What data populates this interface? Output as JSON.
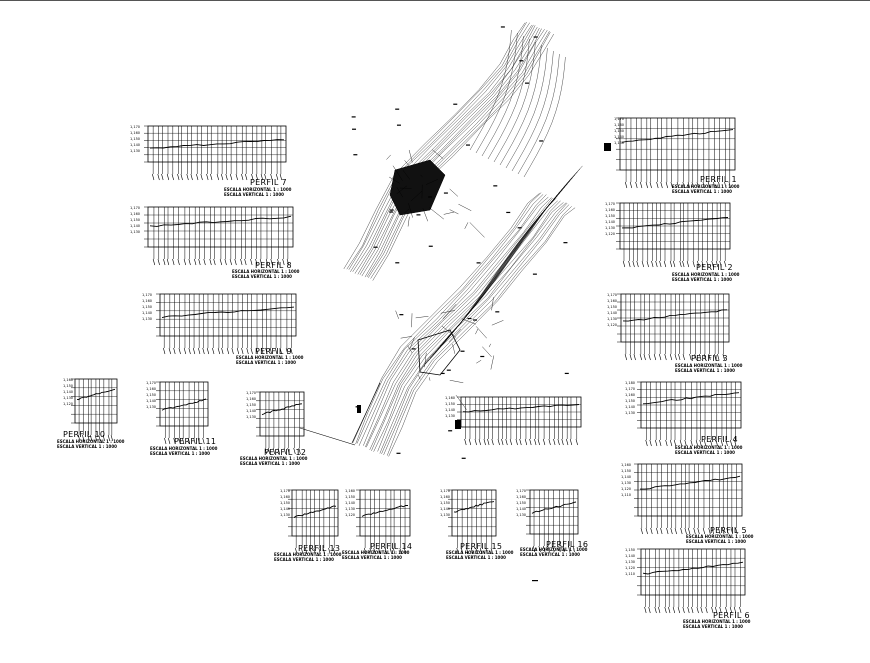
{
  "profiles": [
    {
      "id": "p1",
      "title": "PERFIL 1",
      "scale_h": "ESCALA HORIZONTAL 1 : 1000",
      "scale_v": "ESCALA VERTICAL 1 : 1000",
      "y_labels": [
        "1,170",
        "1,160",
        "1,150",
        "1,140",
        "1,130"
      ]
    },
    {
      "id": "p2",
      "title": "PERFIL 2",
      "scale_h": "ESCALA HORIZONTAL 1 : 1000",
      "scale_v": "ESCALA VERTICAL 1 : 1000",
      "y_labels": [
        "1,170",
        "1,160",
        "1,150",
        "1,140",
        "1,130",
        "1,120"
      ]
    },
    {
      "id": "p3",
      "title": "PERFIL 3",
      "scale_h": "ESCALA HORIZONTAL 1 : 1000",
      "scale_v": "ESCALA VERTICAL 1 : 1000",
      "y_labels": [
        "1,170",
        "1,160",
        "1,150",
        "1,140",
        "1,130",
        "1,120"
      ]
    },
    {
      "id": "p4",
      "title": "PERFIL 4",
      "scale_h": "ESCALA HORIZONTAL 1 : 1000",
      "scale_v": "ESCALA VERTICAL 1 : 1000",
      "y_labels": [
        "1,180",
        "1,170",
        "1,160",
        "1,150",
        "1,140",
        "1,130"
      ]
    },
    {
      "id": "p5",
      "title": "PERFIL 5",
      "scale_h": "ESCALA HORIZONTAL 1 : 1000",
      "scale_v": "ESCALA VERTICAL 1 : 1000",
      "y_labels": [
        "1,160",
        "1,150",
        "1,140",
        "1,130",
        "1,120",
        "1,110"
      ]
    },
    {
      "id": "p6",
      "title": "PERFIL 6",
      "scale_h": "ESCALA HORIZONTAL 1 : 1000",
      "scale_v": "ESCALA VERTICAL 1 : 1000",
      "y_labels": [
        "1,150",
        "1,140",
        "1,130",
        "1,120",
        "1,110"
      ]
    },
    {
      "id": "p7",
      "title": "PERFIL 7",
      "scale_h": "ESCALA HORIZONTAL 1 : 1000",
      "scale_v": "ESCALA VERTICAL 1 : 1000",
      "y_labels": [
        "1,170",
        "1,160",
        "1,150",
        "1,140",
        "1,130"
      ]
    },
    {
      "id": "p8",
      "title": "PERFIL 8",
      "scale_h": "ESCALA HORIZONTAL 1 : 1000",
      "scale_v": "ESCALA VERTICAL 1 : 1000",
      "y_labels": [
        "1,170",
        "1,160",
        "1,150",
        "1,140",
        "1,130"
      ]
    },
    {
      "id": "p9",
      "title": "PERFIL 9",
      "scale_h": "ESCALA HORIZONTAL 1 : 1000",
      "scale_v": "ESCALA VERTICAL 1 : 1000",
      "y_labels": [
        "1,170",
        "1,160",
        "1,150",
        "1,140",
        "1,130"
      ]
    },
    {
      "id": "p10",
      "title": "PERFIL 10",
      "scale_h": "ESCALA HORIZONTAL 1 : 1000",
      "scale_v": "ESCALA VERTICAL 1 : 1000",
      "y_labels": [
        "1,160",
        "1,150",
        "1,140",
        "1,130",
        "1,120"
      ]
    },
    {
      "id": "p11",
      "title": "PERFIL 11",
      "scale_h": "ESCALA HORIZONTAL 1 : 1000",
      "scale_v": "ESCALA VERTICAL 1 : 1000",
      "y_labels": [
        "1,170",
        "1,160",
        "1,150",
        "1,140",
        "1,130"
      ]
    },
    {
      "id": "p12",
      "title": "PERFIL 12",
      "scale_h": "ESCALA HORIZONTAL 1 : 1000",
      "scale_v": "ESCALA VERTICAL 1 : 1000",
      "y_labels": [
        "1,170",
        "1,160",
        "1,150",
        "1,140",
        "1,130"
      ]
    },
    {
      "id": "p13",
      "title": "PERFIL 13",
      "scale_h": "ESCALA HORIZONTAL 1 : 1000",
      "scale_v": "ESCALA VERTICAL 1 : 1000",
      "y_labels": [
        "1,170",
        "1,160",
        "1,150",
        "1,140",
        "1,130"
      ]
    },
    {
      "id": "p14",
      "title": "PERFIL 14",
      "scale_h": "ESCALA HORIZONTAL 1 : 1000",
      "scale_v": "ESCALA VERTICAL 1 : 1000",
      "y_labels": [
        "1,160",
        "1,150",
        "1,140",
        "1,130",
        "1,120"
      ]
    },
    {
      "id": "p15",
      "title": "PERFIL 15",
      "scale_h": "ESCALA HORIZONTAL 1 : 1000",
      "scale_v": "ESCALA VERTICAL 1 : 1000",
      "y_labels": [
        "1,170",
        "1,160",
        "1,150",
        "1,140",
        "1,130"
      ]
    },
    {
      "id": "p16",
      "title": "PERFIL 16",
      "scale_h": "ESCALA HORIZONTAL 1 : 1000",
      "scale_v": "ESCALA VERTICAL 1 : 1000",
      "y_labels": [
        "1,170",
        "1,160",
        "1,150",
        "1,140",
        "1,130"
      ]
    },
    {
      "id": "p17",
      "title": "",
      "scale_h": "",
      "scale_v": "",
      "y_labels": [
        "1,160",
        "1,150",
        "1,140",
        "1,130"
      ]
    }
  ],
  "colors": {
    "ink": "#000000",
    "paper": "#ffffff"
  }
}
